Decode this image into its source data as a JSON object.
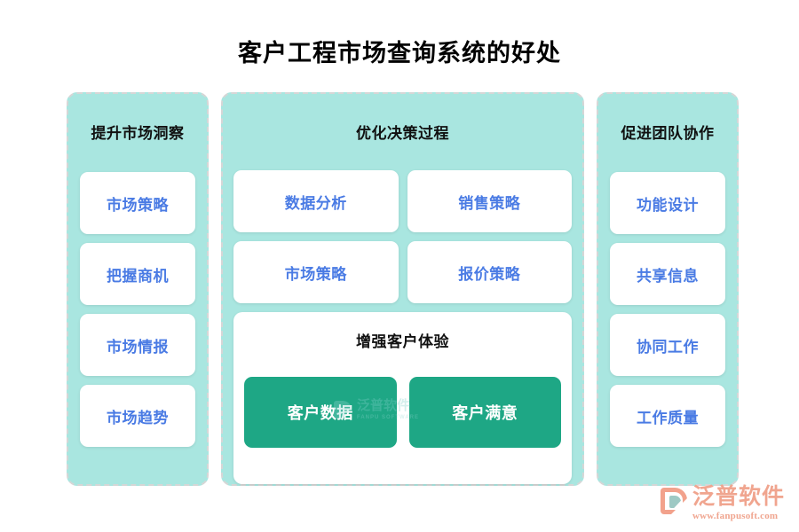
{
  "page": {
    "title": "客户工程市场查询系统的好处",
    "background": "#ffffff"
  },
  "colors": {
    "panel_bg": "#a9e6e0",
    "panel_border": "#d6d6d6",
    "card_bg": "#ffffff",
    "card_text": "#4a7be4",
    "green_card_bg": "#1ea785",
    "green_card_text": "#ffffff",
    "title_text": "#000000",
    "brand": "#f0a58f"
  },
  "columns": [
    {
      "id": "improve-market-insight",
      "title": "提升市场洞察",
      "items": [
        {
          "label": "市场策略"
        },
        {
          "label": "把握商机"
        },
        {
          "label": "市场情报"
        },
        {
          "label": "市场趋势"
        }
      ]
    },
    {
      "id": "optimize-decision-process",
      "title": "优化决策过程",
      "items": [
        {
          "label": "数据分析"
        },
        {
          "label": "销售策略"
        },
        {
          "label": "市场策略"
        },
        {
          "label": "报价策略"
        }
      ],
      "subpanel": {
        "id": "enhance-customer-experience",
        "title": "增强客户体验",
        "items": [
          {
            "label": "客户数据"
          },
          {
            "label": "客户满意"
          }
        ]
      }
    },
    {
      "id": "promote-team-collaboration",
      "title": "促进团队协作",
      "items": [
        {
          "label": "功能设计"
        },
        {
          "label": "共享信息"
        },
        {
          "label": "协同工作"
        },
        {
          "label": "工作质量"
        }
      ]
    }
  ],
  "watermark": {
    "cn": "泛普软件",
    "en": "FANPU SOFTWARE"
  },
  "brand": {
    "name": "泛普软件",
    "url": "www.fanpusoft.com"
  }
}
